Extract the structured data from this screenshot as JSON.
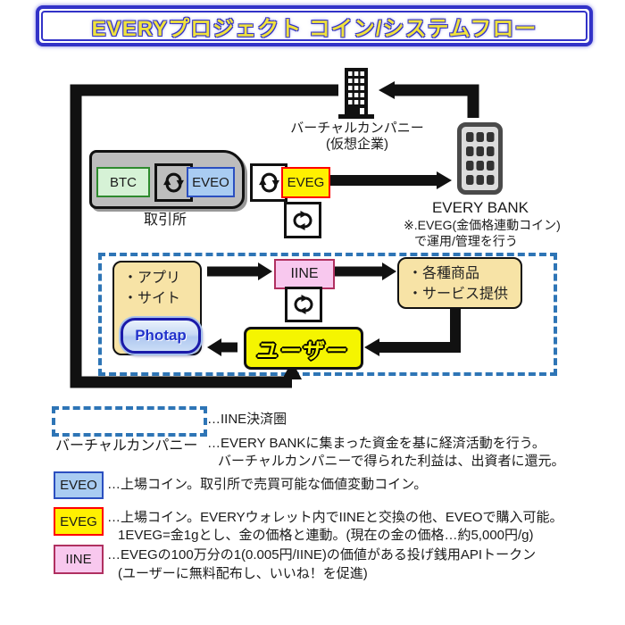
{
  "title": "EVERYプロジェクト コイン/システムフロー",
  "flow": {
    "virtual_company_label": "バーチャルカンパニー",
    "virtual_company_sublabel": "(仮想企業)",
    "exchange": {
      "btc": "BTC",
      "eveo": "EVEO",
      "label": "取引所"
    },
    "eveg": "EVEG",
    "bank": {
      "label": "EVERY BANK",
      "note1": "※.EVEG(金価格連動コイン)",
      "note2": "で運用/管理を行う"
    },
    "zone": {
      "app_items": [
        "・アプリ",
        "・サイト"
      ],
      "photap": "Photap",
      "iine": "IINE",
      "product_items": [
        "・各種商品",
        "・サービス提供"
      ],
      "user": "ユーザー"
    }
  },
  "legend": {
    "zone_desc": "…IINE決済圏",
    "vc_term": "バーチャルカンパニー",
    "vc_desc1": "…EVERY BANKに集まった資金を基に経済活動を行う。",
    "vc_desc2": "バーチャルカンパニーで得られた利益は、出資者に還元。",
    "eveo_term": "EVEO",
    "eveo_desc1": "…上場コイン。取引所で売買可能な価値変動コイン。",
    "eveg_term": "EVEG",
    "eveg_desc1": "…上場コイン。EVERYウォレット内でIINEと交換の他、EVEOで購入可能。",
    "eveg_desc2": "1EVEG=金1gとし、金の価格と連動。(現在の金の価格…約5,000円/g)",
    "iine_term": "IINE",
    "iine_desc1": "…EVEGの100万分の1(0.005円/IINE)の価値がある投げ銭用APIトークン",
    "iine_desc2": "(ユーザーに無料配布し、いいね！を促進)"
  },
  "icons": {
    "swap_icon": "⇄",
    "cycle_icon": "⇅",
    "company_building_icon": "office-building",
    "bank_building_icon": "bank-building"
  },
  "colors": {
    "title_border": "#3232C8",
    "title_text": "#F0E23C",
    "zone_dashed": "#2E75B6",
    "eveo_fill": "#A9CCF2",
    "eveo_border": "#2B4FC0",
    "eveg_fill": "#FFF000",
    "eveg_border": "#FF0000",
    "iine_fill": "#F8C8EE",
    "iine_border": "#B03060",
    "btc_fill": "#D6F2D6",
    "btc_border": "#2E8B2E",
    "tan_fill": "#F7E3A6",
    "user_fill": "#F5F500",
    "exchange_fill": "#BDBDBD",
    "arrow": "#111111"
  }
}
